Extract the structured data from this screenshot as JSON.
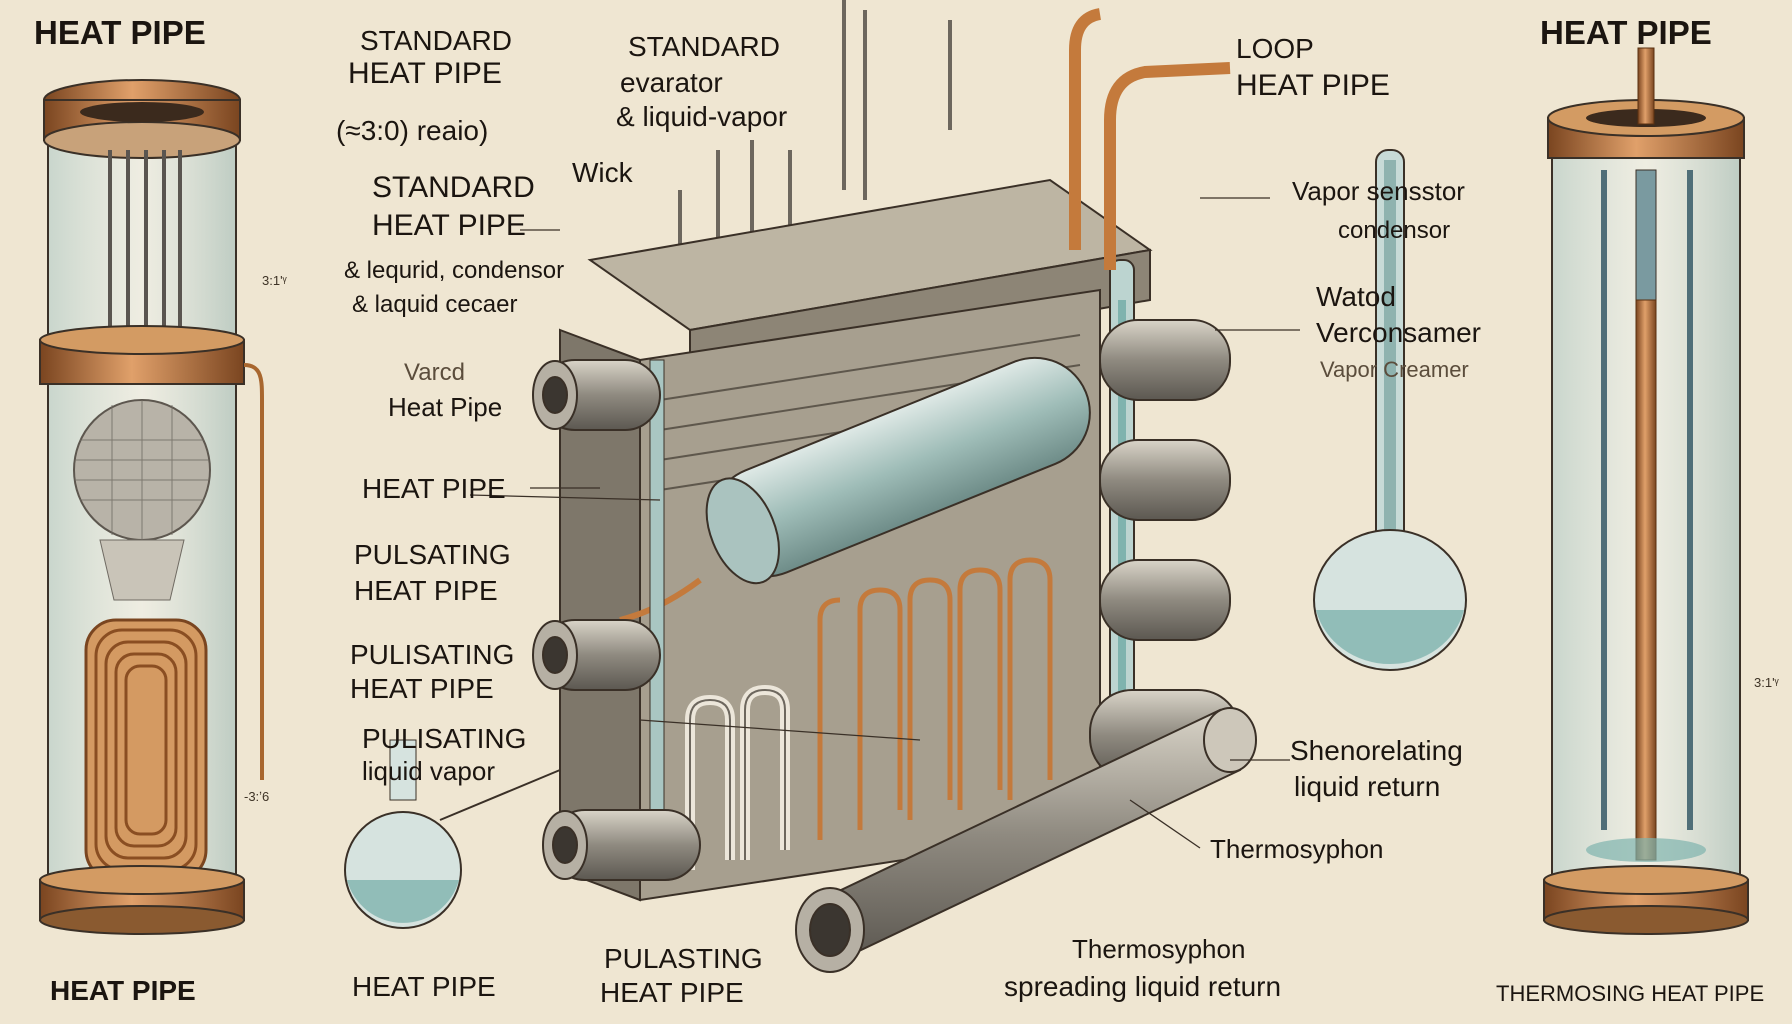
{
  "colors": {
    "paper": "#efe6d2",
    "ink": "#1b1510",
    "copper": "#c47a3c",
    "copper_dark": "#7a4520",
    "steel": "#8f8a80",
    "glass": "#cfe0dc",
    "fluid": "#7fb3ae"
  },
  "title_left": "HEAT PIPE",
  "title_right": "HEAT PIPE",
  "labels_left": {
    "standard_top_1": "STANDARD",
    "standard_top_2": "HEAT PIPE",
    "small_note": "",
    "ratio": "(≈3:0) reaio)",
    "wick": "Wick",
    "standard_mid_1": "STANDARD",
    "standard_mid_2": "HEAT PIPE",
    "liquid_condensor_1": "& lequrid, condensor",
    "liquid_condensor_2": "& laquid cecaer",
    "side_mark_1": "3:1'ᵞ",
    "varied_1": "Varcd",
    "varied_2": "Heat Pipe",
    "heat_pipe_mid": "HEAT PIPE",
    "pulsating_1a": "PULSATING",
    "pulsating_1b": "HEAT PIPE",
    "pulsating_2a": "PULISATING",
    "pulsating_2b": "HEAT PIPE",
    "pulsating_3a": "PULISATING",
    "pulsating_3b": "liquid vapor",
    "side_mark_2": "-3:ʼ6",
    "bottom_left": "HEAT PIPE",
    "bottom_mid_1": "HEAT PIPE",
    "bottom_pulsating_1": "PULASTING",
    "bottom_pulsating_2": "HEAT PIPE"
  },
  "labels_center": {
    "standard_evap_1": "STANDARD",
    "standard_evap_2": "evarator",
    "standard_evap_3": "& liquid-vapor",
    "loop_1": "LOOP",
    "loop_2": "HEAT PIPE"
  },
  "labels_right": {
    "vapor_sensor_1": "Vapor sensstor",
    "vapor_sensor_2": "condensor",
    "watod": "Watod",
    "vercon": "Verconsamer",
    "vapor_creamer": "Vapor Creamer",
    "shenorelating_1": "Shenorelating",
    "shenorelating_2": "liquid return",
    "thermosyphon": "Thermosyphon",
    "thermo_bottom_1": "Thermosyphon",
    "thermo_bottom_2": "spreading  liquid return",
    "side_mark_3": "3:1'ᵞ",
    "bottom_right": "THERMOSING HEAT PIPE"
  },
  "icons": [
    "left-heat-pipe-cylinder-icon",
    "right-thermosyphon-cylinder-icon",
    "central-heat-exchanger-icon",
    "flask-left-icon",
    "flask-right-icon",
    "loop-pipe-icon"
  ]
}
